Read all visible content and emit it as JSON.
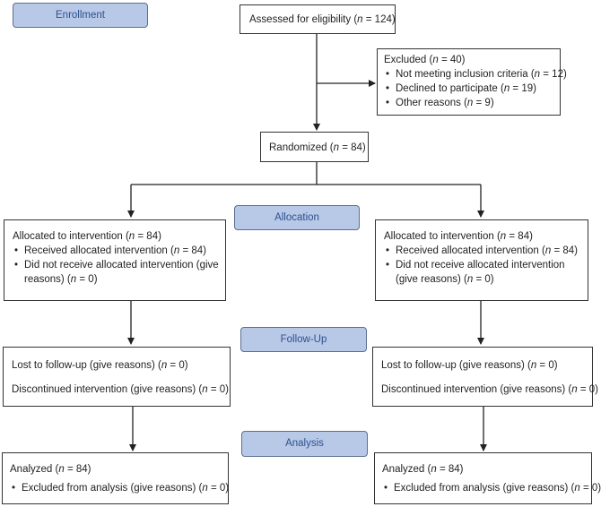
{
  "stages": {
    "enrollment": "Enrollment",
    "allocation": "Allocation",
    "follow_up": "Follow-Up",
    "analysis": "Analysis"
  },
  "assessed": {
    "label": "Assessed for eligibility (",
    "n_sym": "n",
    "rest": " = 124)"
  },
  "excluded": {
    "title_pre": "Excluded (",
    "title_n": "n",
    "title_rest": " = 40)",
    "items": [
      {
        "pre": "Not meeting inclusion criteria (",
        "n": "n",
        "rest": " = 12)"
      },
      {
        "pre": "Declined to participate (",
        "n": "n",
        "rest": " = 19)"
      },
      {
        "pre": "Other reasons (",
        "n": "n",
        "rest": " = 9)"
      }
    ]
  },
  "randomized": {
    "pre": "Randomized (",
    "n": "n",
    "rest": " = 84)"
  },
  "left": {
    "allocated": {
      "pre": "Allocated to intervention (",
      "n": "n",
      "rest": " = 84)"
    },
    "received": {
      "pre": "Received allocated intervention (",
      "n": "n",
      "rest": " = 84)"
    },
    "not_received": {
      "pre": "Did not receive allocated intervention (give reasons) (",
      "n": "n",
      "rest": " = 0)"
    },
    "lost": {
      "pre": "Lost to follow-up (give reasons) (",
      "n": "n",
      "rest": " = 0)"
    },
    "discontinued": {
      "pre": "Discontinued intervention (give reasons) (",
      "n": "n",
      "rest": " = 0)"
    },
    "analyzed": {
      "pre": "Analyzed (",
      "n": "n",
      "rest": " = 84)"
    },
    "excluded_analysis": {
      "pre": "Excluded from analysis (give reasons) (",
      "n": "n",
      "rest": " = 0)"
    }
  },
  "right": {
    "allocated": {
      "pre": "Allocated to intervention (",
      "n": "n",
      "rest": " = 84)"
    },
    "received": {
      "pre": "Received allocated intervention (",
      "n": "n",
      "rest": " = 84)"
    },
    "not_received": {
      "pre": "Did not receive allocated intervention (give reasons) (",
      "n": "n",
      "rest": " = 0)"
    },
    "lost": {
      "pre": "Lost to follow-up (give reasons) (",
      "n": "n",
      "rest": " = 0)"
    },
    "discontinued": {
      "pre": "Discontinued intervention (give reasons) (",
      "n": "n",
      "rest": " = 0)"
    },
    "analyzed": {
      "pre": "Analyzed (",
      "n": "n",
      "rest": " = 84)"
    },
    "excluded_analysis": {
      "pre": "Excluded from analysis (give reasons) (",
      "n": "n",
      "rest": " = 0)"
    }
  },
  "colors": {
    "stage_fill": "#b7c9e6",
    "stage_text": "#2f4f8f",
    "line": "#222222"
  }
}
